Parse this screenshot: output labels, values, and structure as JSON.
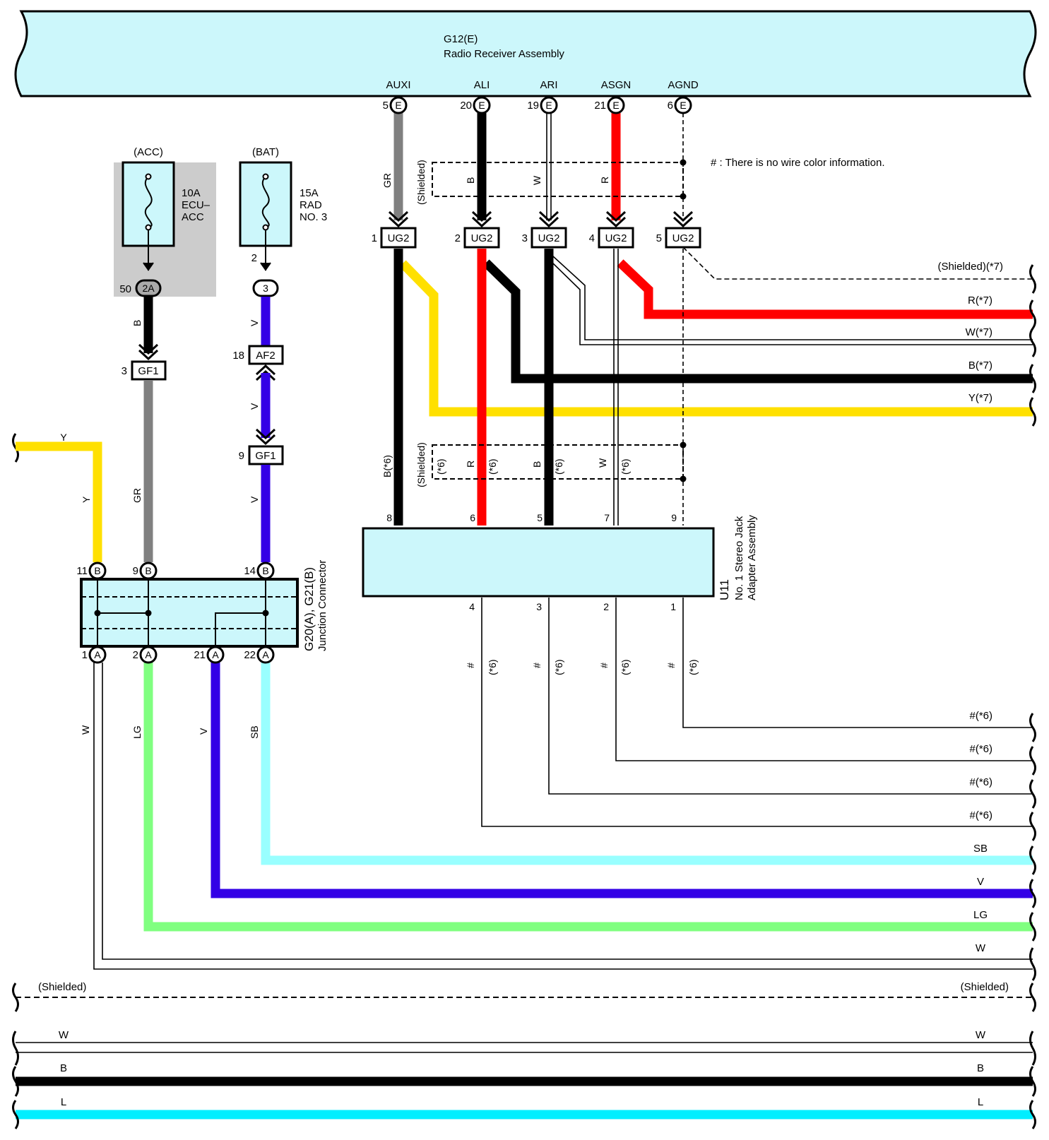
{
  "colors": {
    "component_fill": "#ccf7fb",
    "fuse_bg": "#cccccc",
    "GR": "#808080",
    "B": "#000000",
    "W": "#ffffff",
    "R": "#ff0000",
    "Y": "#ffe000",
    "V": "#3300e6",
    "LG": "#80ff80",
    "SB": "#99ffff",
    "L": "#00eeff"
  },
  "radio": {
    "code": "G12(E)",
    "name": "Radio Receiver Assembly",
    "pins": [
      {
        "pin": "5",
        "connector": "E",
        "signal": "AUXI"
      },
      {
        "pin": "20",
        "connector": "E",
        "signal": "ALI"
      },
      {
        "pin": "19",
        "connector": "E",
        "signal": "ARI"
      },
      {
        "pin": "21",
        "connector": "E",
        "signal": "ASGN"
      },
      {
        "pin": "6",
        "connector": "E",
        "signal": "AGND"
      }
    ]
  },
  "note": "# : There is no wire color information.",
  "shielded": "(Shielded)",
  "fuses": [
    {
      "source": "(ACC)",
      "rating": "10A",
      "name1": "ECU–",
      "name2": "ACC",
      "pin": "50",
      "connector": "2A"
    },
    {
      "source": "(BAT)",
      "rating": "15A",
      "name1": "RAD",
      "name2": "NO. 3",
      "pin": "2",
      "connector": "3"
    }
  ],
  "connectors": {
    "gf1_a": {
      "pin": "3",
      "label": "GF1"
    },
    "af2": {
      "pin": "18",
      "label": "AF2"
    },
    "gf1_b": {
      "pin": "9",
      "label": "GF1"
    },
    "ug2": [
      {
        "pin": "1",
        "label": "UG2"
      },
      {
        "pin": "2",
        "label": "UG2"
      },
      {
        "pin": "3",
        "label": "UG2"
      },
      {
        "pin": "4",
        "label": "UG2"
      },
      {
        "pin": "5",
        "label": "UG2"
      }
    ]
  },
  "wire_labels": {
    "B": "B",
    "GR": "GR",
    "V": "V",
    "Y": "Y",
    "W": "W",
    "R": "R",
    "LG": "LG",
    "SB": "SB",
    "L": "L",
    "B6": "B(*6)",
    "star6": "(*6)",
    "hash": "#"
  },
  "right_labels_top": [
    "(Shielded)(*7)",
    "R(*7)",
    "W(*7)",
    "B(*7)",
    "Y(*7)"
  ],
  "right_labels_bottom": [
    "#(*6)",
    "#(*6)",
    "#(*6)",
    "#(*6)",
    "SB",
    "V",
    "LG",
    "W",
    "(Shielded)",
    "W",
    "B",
    "L"
  ],
  "left_labels_bottom": [
    "(Shielded)",
    "W",
    "B",
    "L"
  ],
  "jack": {
    "code": "U11",
    "name1": "No. 1 Stereo Jack",
    "name2": "Adapter Assembly",
    "top_pins": [
      "8",
      "6",
      "5",
      "7",
      "9"
    ],
    "bottom_pins": [
      "4",
      "3",
      "2",
      "1"
    ]
  },
  "junction": {
    "code": "G20(A), G21(B)",
    "name": "Junction Connector",
    "top_pins": [
      {
        "pin": "11",
        "connector": "B"
      },
      {
        "pin": "9",
        "connector": "B"
      },
      {
        "pin": "14",
        "connector": "B"
      }
    ],
    "bottom_pins": [
      {
        "pin": "1",
        "connector": "A"
      },
      {
        "pin": "2",
        "connector": "A"
      },
      {
        "pin": "21",
        "connector": "A"
      },
      {
        "pin": "22",
        "connector": "A"
      }
    ]
  }
}
